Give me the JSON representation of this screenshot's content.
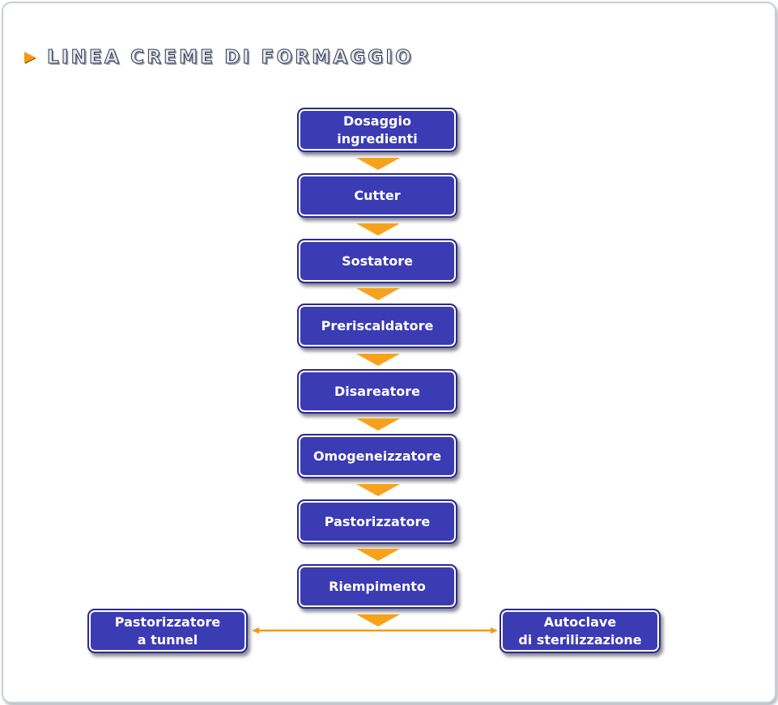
{
  "title": "LINEA CREME DI FORMAGGIO",
  "steps": [
    "Dosaggio\ningredienti",
    "Cutter",
    "Sostatore",
    "Preriscaldatore",
    "Disareatore",
    "Omogeneizzatore",
    "Pastorizzatore",
    "Riempimento"
  ],
  "branches": {
    "left": "Pastorizzatore\na tunnel",
    "right": "Autoclave\ndi sterilizzazione"
  },
  "colors": {
    "box_fill": "#3b3bb4",
    "box_border": "#2a2a8f",
    "arrow": "#f7a21a",
    "connector": "#f39a12"
  }
}
